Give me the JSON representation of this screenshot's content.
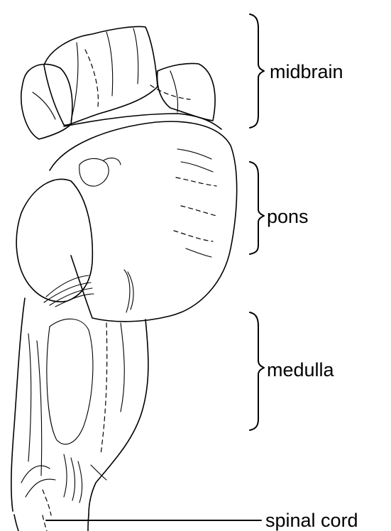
{
  "labels": {
    "midbrain": "midbrain",
    "pons": "pons",
    "medulla": "medulla",
    "spinal_cord": "spinal cord"
  }
}
